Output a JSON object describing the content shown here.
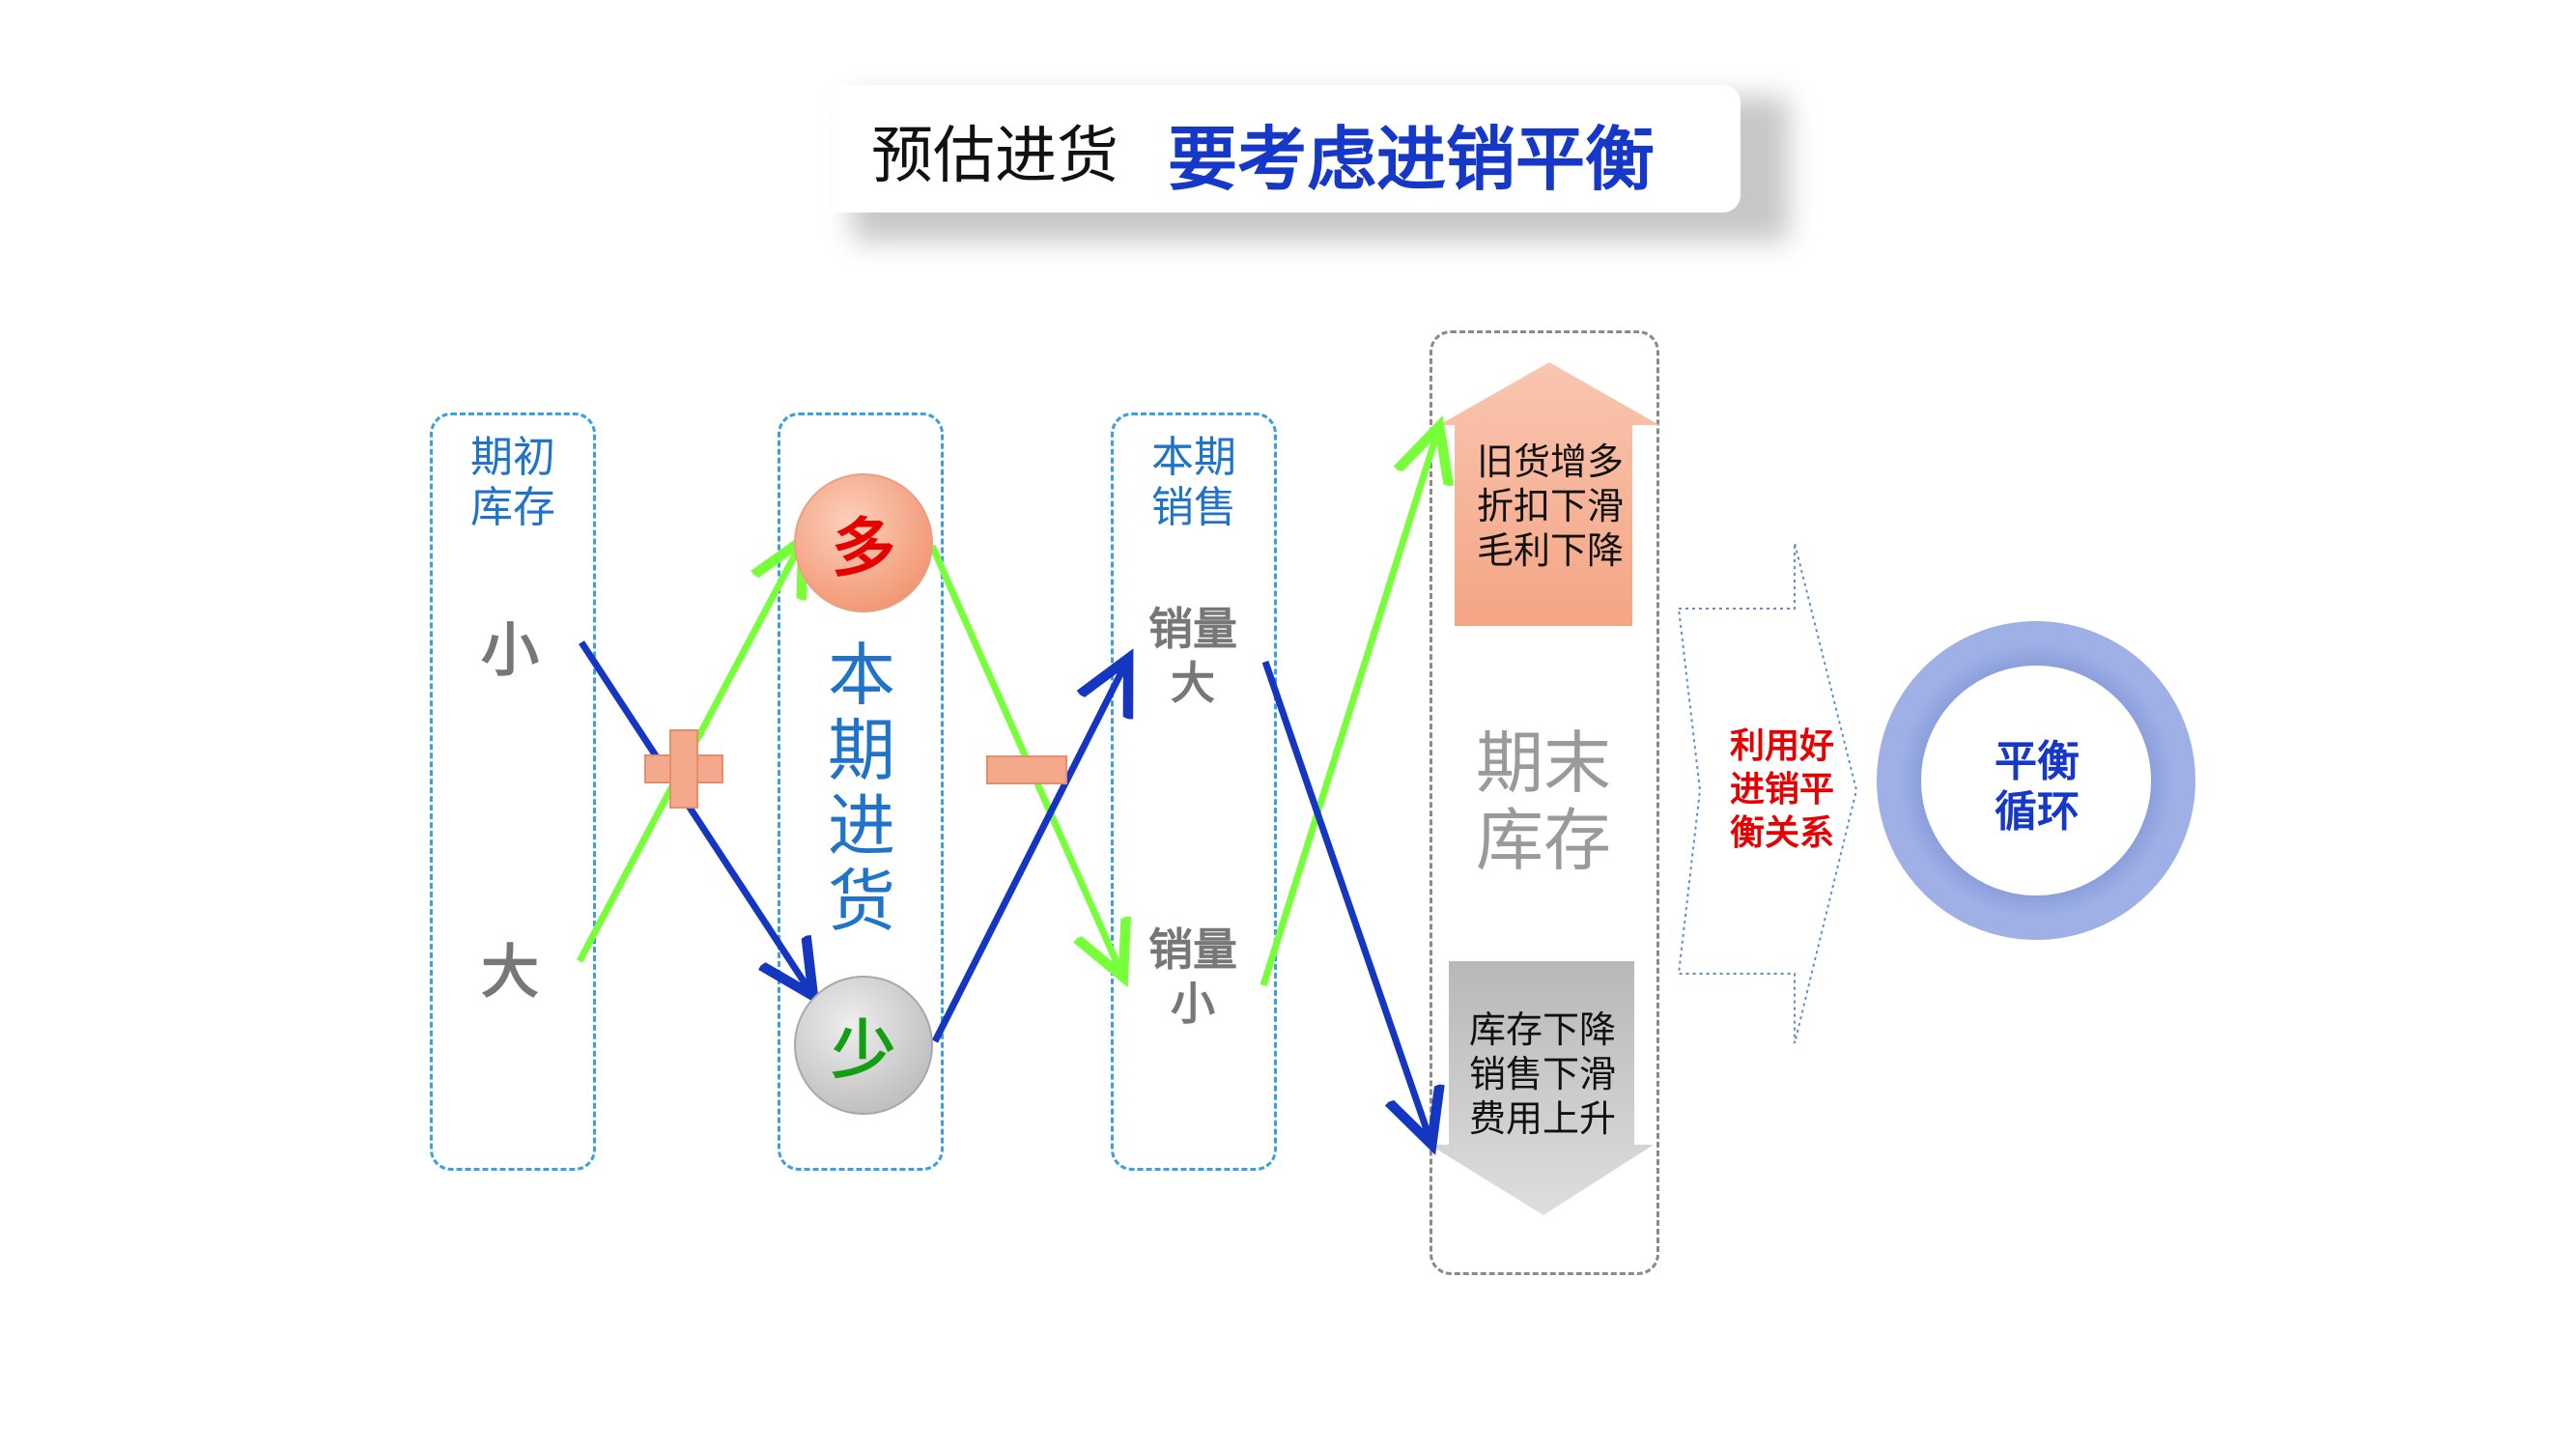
{
  "title": {
    "plain": "预估进货",
    "bold": "要考虑进销平衡"
  },
  "col1": {
    "header_line1": "期初",
    "header_line2": "库存",
    "small": "小",
    "large": "大"
  },
  "col2": {
    "many": "多",
    "few": "少",
    "vertical": [
      "本",
      "期",
      "进",
      "货"
    ]
  },
  "col3": {
    "header_line1": "本期",
    "header_line2": "销售",
    "high_line1": "销量",
    "high_line2": "大",
    "low_line1": "销量",
    "low_line2": "小"
  },
  "operators": {
    "plus": "+",
    "minus": "−"
  },
  "end_inventory": {
    "line1": "期末",
    "line2": "库存",
    "up_box": [
      "旧货增多",
      "折扣下滑",
      "毛利下降"
    ],
    "down_box": [
      "库存下降",
      "销售下滑",
      "费用上升"
    ]
  },
  "arrow_text": [
    "利用好",
    "进销平",
    "衡关系"
  ],
  "ring_text": [
    "平衡",
    "循环"
  ],
  "colors": {
    "title_blue": "#1638c8",
    "green_arrow": "#77ff3a",
    "blue_arrow": "#1436c0",
    "dashed_blue": "#3aa0e0",
    "salmon": "#f5a98c",
    "gray_box": "#c4c4c4",
    "ring": "#7f96d8"
  }
}
